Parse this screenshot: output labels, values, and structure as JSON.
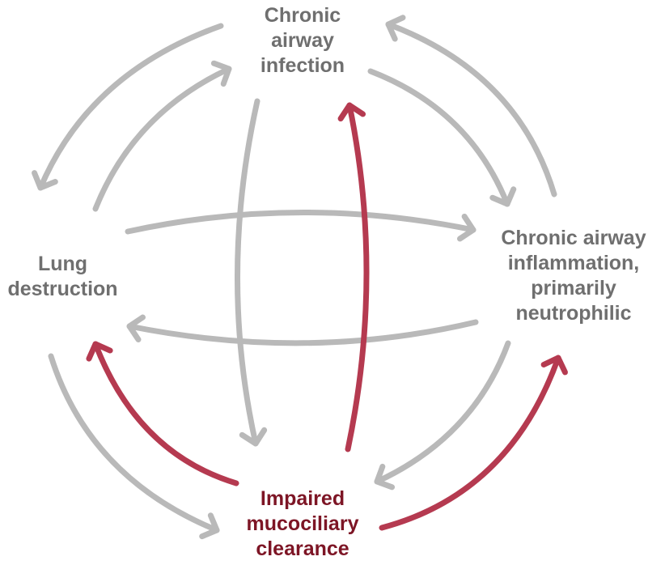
{
  "colors": {
    "gray_text": "#6f6f6f",
    "gray_arrow": "#b9b9b9",
    "red_arrow": "#b53a50",
    "red_text": "#7d1525"
  },
  "nodes": {
    "infection": {
      "lines": [
        "Chronic",
        "airway",
        "infection"
      ]
    },
    "destruction": {
      "lines": [
        "Lung",
        "destruction"
      ]
    },
    "inflammation": {
      "lines": [
        "Chronic airway",
        "inflammation,",
        "primarily",
        "neutrophilic"
      ]
    },
    "clearance": {
      "lines": [
        "Impaired",
        "mucociliary",
        "clearance"
      ]
    }
  }
}
